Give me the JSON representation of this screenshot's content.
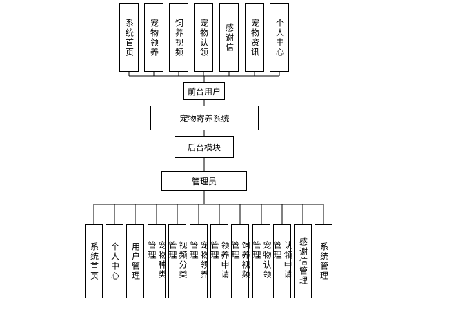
{
  "top_modules": [
    "系统首页",
    "宠物领养",
    "饲养视频",
    "宠物认领",
    "感谢信",
    "宠物资讯",
    "个人中心"
  ],
  "front_user": "前台用户",
  "system": "宠物寄养系统",
  "backend": "后台模块",
  "admin": "管理员",
  "bottom_modules": [
    "系统首页",
    "个人中心",
    "用户管理",
    "宠物种类管理",
    "视频分类管理",
    "宠物领养管理",
    "领养申请管理",
    "饲养视频管理",
    "宠物认领管理",
    "认领申请管理",
    "感谢信管理",
    "系统管理"
  ]
}
